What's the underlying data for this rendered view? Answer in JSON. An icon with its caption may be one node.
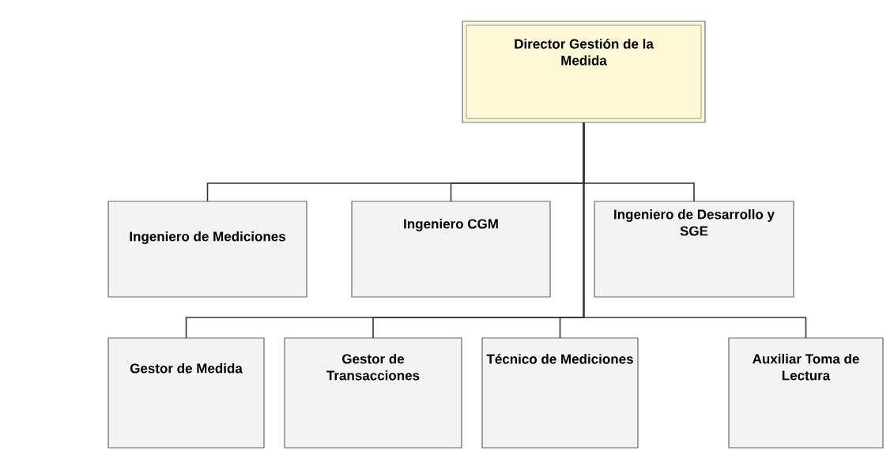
{
  "diagram": {
    "nodes": [
      {
        "text": [
          "Director Gestión de la Medida"
        ]
      },
      {
        "text": [
          "Ingeniero de Mediciones"
        ]
      },
      {
        "text": [
          "Ingeniero CGM"
        ]
      },
      {
        "text": [
          "Ingeniero de Desarrollo y SGE"
        ]
      },
      {
        "text": [
          "Gestor de Medida"
        ]
      },
      {
        "text": [
          "Gestor de Transacciones"
        ]
      },
      {
        "text": [
          "Técnico de Mediciones"
        ]
      },
      {
        "text": [
          "Auxiliar Toma de Lectura"
        ]
      }
    ],
    "edges": [
      {
        "from": 0,
        "to": 1,
        "arrow": "none"
      },
      {
        "from": 0,
        "to": 2,
        "arrow": "none"
      },
      {
        "from": 0,
        "to": 3,
        "arrow": "none"
      },
      {
        "from": 0,
        "to": 4,
        "arrow": "none"
      },
      {
        "from": 0,
        "to": 5,
        "arrow": "none"
      },
      {
        "from": 0,
        "to": 6,
        "arrow": "none"
      },
      {
        "from": 0,
        "to": 7,
        "arrow": "none"
      }
    ]
  }
}
